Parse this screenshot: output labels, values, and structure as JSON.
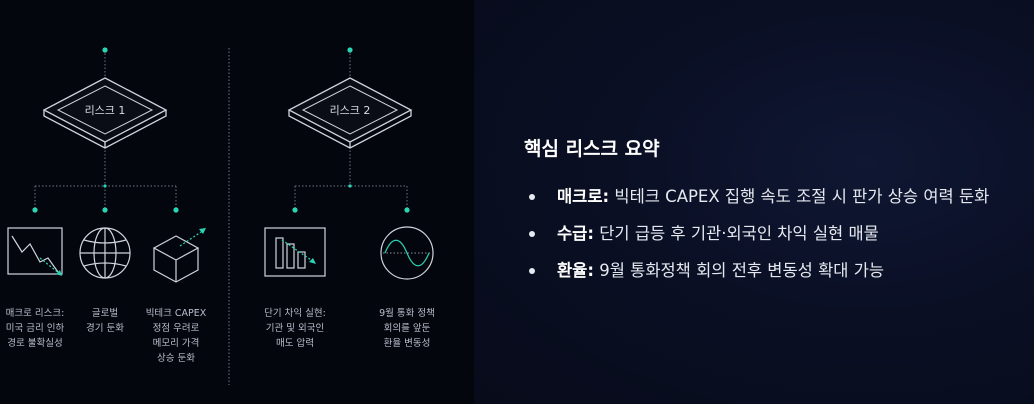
{
  "diagram": {
    "risk1_label": "리스크 1",
    "risk2_label": "리스크 2",
    "captions": {
      "macro": "매크로 리스크:\n미국 금리 인하\n경로 불확실성",
      "global": "글로벌\n경기 둔화",
      "capex": "빅테크 CAPEX\n정점 우려로\n메모리 가격\n상승 둔화",
      "supply": "단기 차익 실현:\n기관 및 외국인\n매도 압력",
      "fx": "9월 통화 정책\n회의를 앞둔\n환율 변동성"
    },
    "icons": [
      "line-chart-down-icon",
      "globe-icon",
      "box-arrow-icon",
      "bar-chart-down-icon",
      "sine-wave-icon"
    ],
    "accent_color": "#2bd4b4"
  },
  "summary": {
    "title": "핵심 리스크 요약",
    "items": [
      {
        "term": "매크로:",
        "text": " 빅테크 CAPEX 집행 속도 조절 시 판가 상승 여력 둔화"
      },
      {
        "term": "수급:",
        "text": " 단기 급등 후 기관·외국인 차익 실현 매물"
      },
      {
        "term": "환율:",
        "text": " 9월 통화정책 회의 전후 변동성 확대 가능"
      }
    ]
  }
}
